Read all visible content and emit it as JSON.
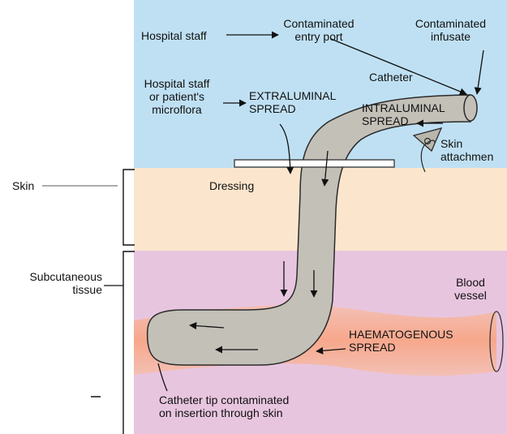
{
  "colors": {
    "air_region": "#bfe0f3",
    "skin_layer": "#fbe6cd",
    "subcutaneous_layer": "#e8c5df",
    "blood_vessel_center": "#f7a88c",
    "blood_vessel_edge": "#f3c0b5",
    "catheter_fill": "#c3c0b8",
    "catheter_outline": "#2a2a2a",
    "line_color": "#111111"
  },
  "labels": {
    "hospital_staff": "Hospital staff",
    "contaminated_entry_port": "Contaminated\nentry port",
    "contaminated_infusate": "Contaminated\ninfusate",
    "catheter": "Catheter",
    "staff_microflora": "Hospital staff\nor patient's\nmicroflora",
    "extraluminal_spread": "EXTRALUMINAL\nSPREAD",
    "intraluminal_spread": "INTRALUMINAL\nSPREAD",
    "skin_attachment": "Skin\nattachmen",
    "skin": "Skin",
    "dressing": "Dressing",
    "subcutaneous_tissue": "Subcutaneous\ntissue",
    "blood_vessel": "Blood\nvessel",
    "haematogenous_spread": "HAEMATOGENOUS\nSPREAD",
    "catheter_tip": "Catheter tip contaminated\non insertion through skin"
  }
}
